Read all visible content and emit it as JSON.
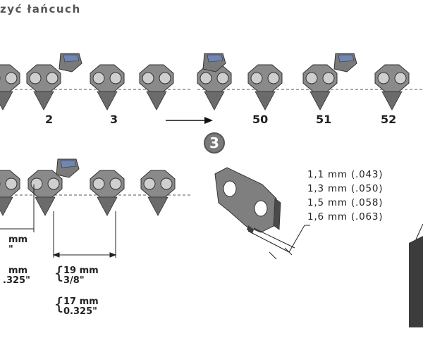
{
  "title": "zyć łańcuch",
  "chain_numbers": [
    "2",
    "3",
    "50",
    "51",
    "52"
  ],
  "step_badge": "3",
  "gauges": [
    "1,1 mm (.043)",
    "1,3 mm (.050)",
    "1,5 mm (.058)",
    "1,6 mm (.063)"
  ],
  "measures": {
    "left_a_line1": "mm",
    "left_a_line2": "\"",
    "left_b_line1": "mm",
    "left_b_line2": ".325\"",
    "pitch1_line1": "19 mm",
    "pitch1_line2": "3/8\"",
    "pitch2_line1": "17 mm",
    "pitch2_line2": "0.325\""
  },
  "colors": {
    "chain": "#808080",
    "chain_dark": "#444444",
    "cutter": "#6f86b6"
  }
}
